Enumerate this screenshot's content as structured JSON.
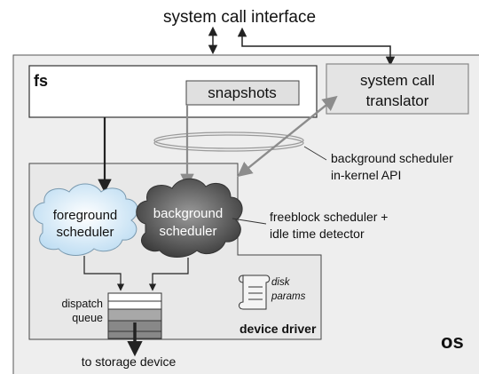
{
  "title": "system call interface",
  "os_label": "os",
  "fs": {
    "label": "fs",
    "snapshots": "snapshots"
  },
  "translator": {
    "line1": "system call",
    "line2": "translator"
  },
  "annotations": {
    "api_line1": "background scheduler",
    "api_line2": "in-kernel API",
    "freeblock_line1": "freeblock scheduler +",
    "freeblock_line2": "idle time detector"
  },
  "driver": {
    "label": "device driver",
    "foreground_line1": "foreground",
    "foreground_line2": "scheduler",
    "background_line1": "background",
    "background_line2": "scheduler",
    "disk_line1": "disk",
    "disk_line2": "params",
    "dispatch_line1": "dispatch",
    "dispatch_line2": "queue"
  },
  "bottom_label": "to storage device",
  "colors": {
    "os_fill": "#eeeeee",
    "driver_fill": "#e8e8e8",
    "translator_fill": "#e4e4e4",
    "snapshot_fill": "#e0e0e0",
    "foreground_cloud": "#cfe6f6",
    "background_cloud": "#4e4e4e",
    "queue_dark": "#888888",
    "queue_mid": "#a8a8a8",
    "arrow_gray": "#8c8c8c"
  }
}
